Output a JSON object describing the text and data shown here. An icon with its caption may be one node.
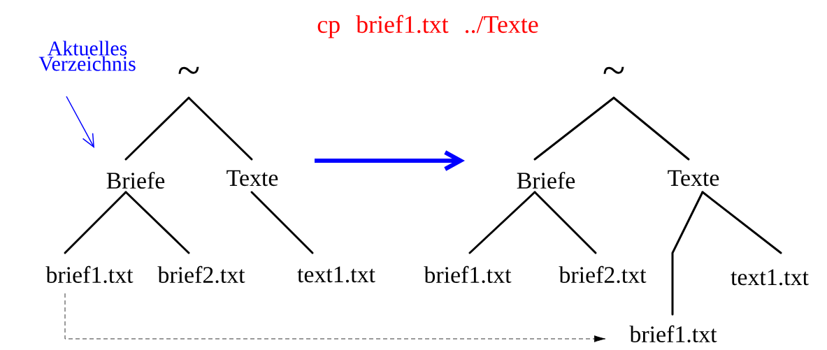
{
  "diagram": {
    "title": "cp brief1.txt ../Texte",
    "nodes": [
      {
        "text": [
          "Aktuelles Verzeichnis"
        ]
      },
      {
        "text": [
          "~"
        ]
      },
      {
        "text": [
          "Briefe"
        ]
      },
      {
        "text": [
          "Texte"
        ]
      },
      {
        "text": [
          "brief1.txt"
        ]
      },
      {
        "text": [
          "brief2.txt"
        ]
      },
      {
        "text": [
          "text1.txt"
        ]
      },
      {
        "text": [
          "~"
        ]
      },
      {
        "text": [
          "Briefe"
        ]
      },
      {
        "text": [
          "Texte"
        ]
      },
      {
        "text": [
          "brief1.txt"
        ]
      },
      {
        "text": [
          "brief2.txt"
        ]
      },
      {
        "text": [
          "text1.txt"
        ]
      },
      {
        "text": [
          "brief1.txt"
        ]
      }
    ],
    "edges": [
      {
        "from": 0,
        "to": 2,
        "arrow": "to",
        "color": "#0000ff"
      },
      {
        "from": 1,
        "to": 2,
        "arrow": "none"
      },
      {
        "from": 1,
        "to": 3,
        "arrow": "none"
      },
      {
        "from": 2,
        "to": 4,
        "arrow": "none"
      },
      {
        "from": 2,
        "to": 5,
        "arrow": "none"
      },
      {
        "from": 3,
        "to": 6,
        "arrow": "none"
      },
      {
        "from": 3,
        "to": 8,
        "arrow": "to",
        "style": "thick",
        "color": "#0000ff"
      },
      {
        "from": 7,
        "to": 8,
        "arrow": "none"
      },
      {
        "from": 7,
        "to": 9,
        "arrow": "none"
      },
      {
        "from": 8,
        "to": 10,
        "arrow": "none"
      },
      {
        "from": 8,
        "to": 11,
        "arrow": "none"
      },
      {
        "from": 9,
        "to": 12,
        "arrow": "none"
      },
      {
        "from": 9,
        "to": 13,
        "arrow": "none"
      },
      {
        "from": 4,
        "to": 13,
        "arrow": "to",
        "style": "dashed"
      }
    ]
  }
}
